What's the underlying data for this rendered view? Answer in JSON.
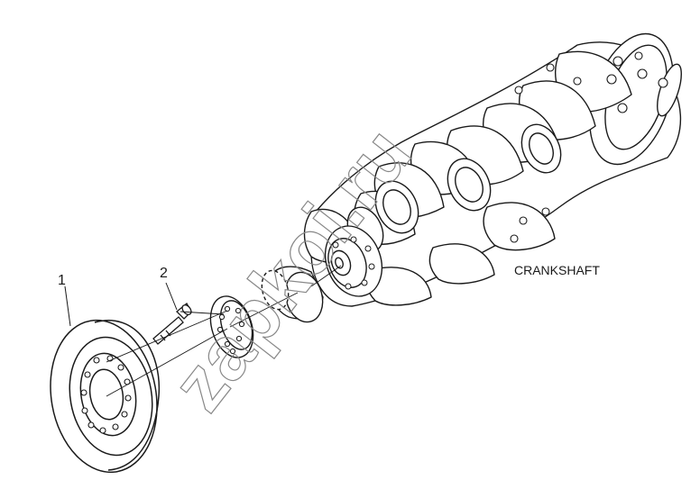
{
  "labels": {
    "part_1": "1",
    "part_2": "2",
    "crankshaft": "CRANKSHAFT"
  },
  "watermark": {
    "text": "zapkoi.ru"
  },
  "colors": {
    "line": "#1a1a1a",
    "watermark_stroke": "#888888",
    "background": "#ffffff"
  }
}
